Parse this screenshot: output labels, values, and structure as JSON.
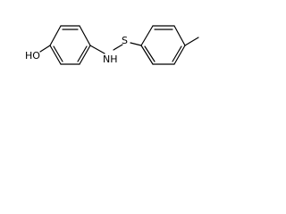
{
  "diagram": {
    "type": "structural-formula",
    "atoms": {
      "hydroxyl": "HO",
      "amine": "NH",
      "sulfur": "S"
    },
    "rings": [
      "phenol-ring",
      "tolyl-ring"
    ],
    "substituents": [
      "methyl"
    ],
    "colors": {
      "bond": "#000000",
      "background": "#ffffff"
    }
  }
}
